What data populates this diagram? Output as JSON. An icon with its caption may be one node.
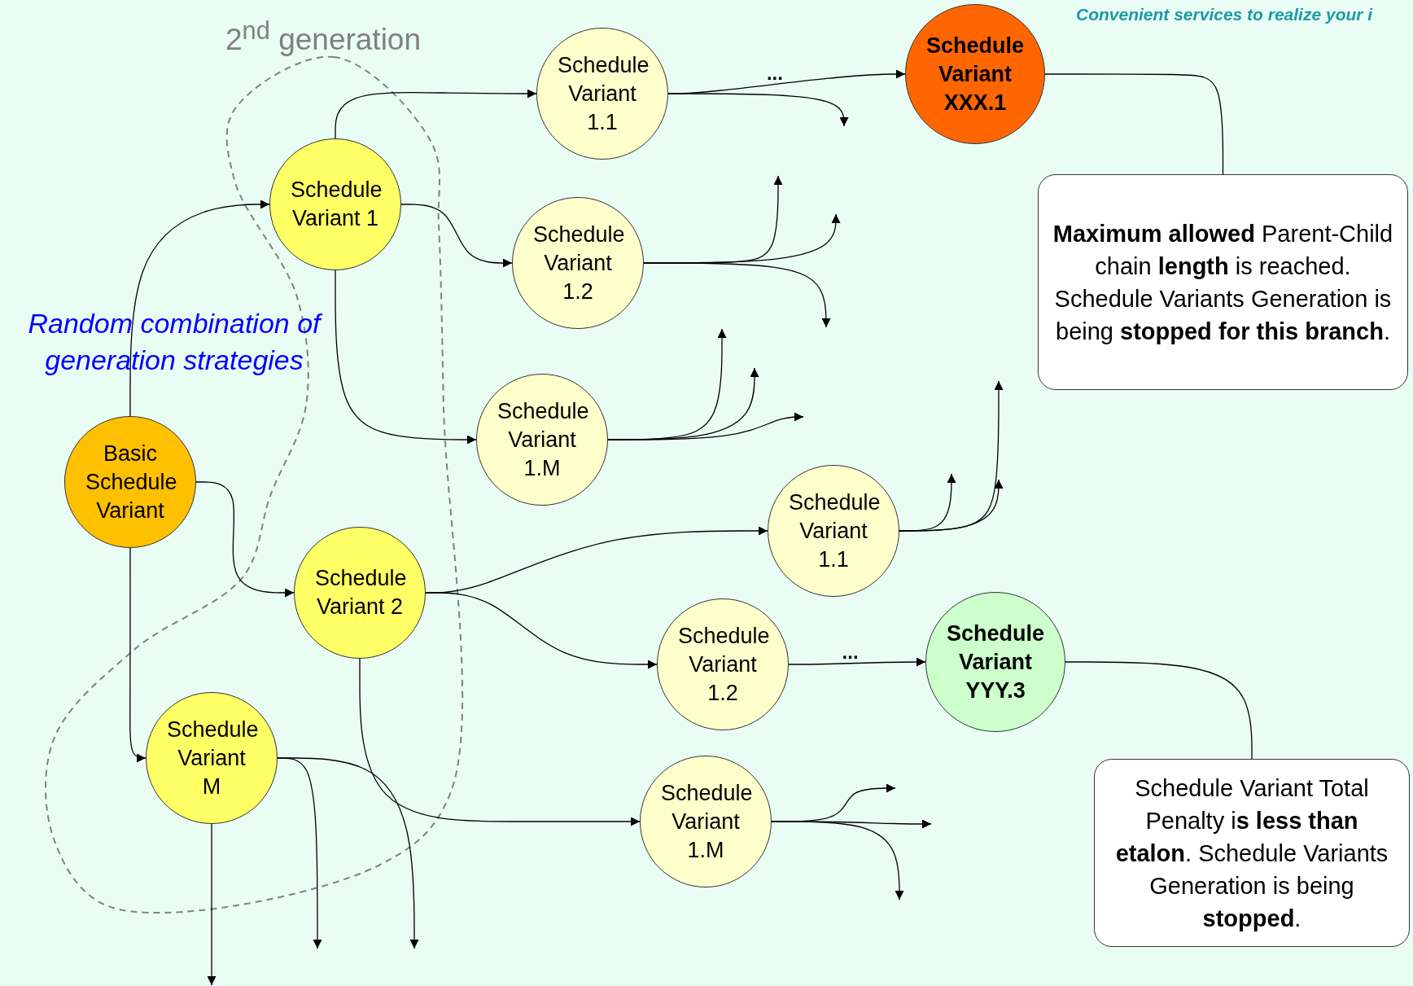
{
  "diagram": {
    "nodes": [
      {
        "text": [
          "Basic Schedule Variant"
        ]
      },
      {
        "text": [
          "Schedule Variant 1"
        ]
      },
      {
        "text": [
          "Schedule Variant 2"
        ]
      },
      {
        "text": [
          "Schedule Variant M"
        ]
      },
      {
        "text": [
          "Schedule Variant 1.1"
        ]
      },
      {
        "text": [
          "Schedule Variant 1.2"
        ]
      },
      {
        "text": [
          "Schedule Variant 1.M"
        ]
      },
      {
        "text": [
          "Schedule Variant XXX.1"
        ]
      },
      {
        "text": [
          "Schedule Variant 1.1"
        ]
      },
      {
        "text": [
          "Schedule Variant 1.2"
        ]
      },
      {
        "text": [
          "Schedule Variant YYY.3"
        ]
      },
      {
        "text": [
          "Schedule Variant 1.M"
        ]
      },
      {
        "text": [
          "**Maximum allowed** Parent-Child chain **length** is reached. Schedule Variants Generation is being **stopped for this branch**."
        ]
      },
      {
        "text": [
          "Schedule Variant Total Penalty i**s less than etalon**. Schedule Variants Generation is being **stopped**."
        ]
      }
    ],
    "edges": [
      {
        "from": 0,
        "to": 1,
        "arrow": "to"
      },
      {
        "from": 0,
        "to": 2,
        "arrow": "to"
      },
      {
        "from": 0,
        "to": 3,
        "arrow": "to"
      },
      {
        "from": 1,
        "to": 4,
        "arrow": "to"
      },
      {
        "from": 1,
        "to": 5,
        "arrow": "to"
      },
      {
        "from": 1,
        "to": 6,
        "arrow": "to"
      },
      {
        "from": 2,
        "to": 8,
        "arrow": "to"
      },
      {
        "from": 2,
        "to": 9,
        "arrow": "to"
      },
      {
        "from": 2,
        "to": 11,
        "arrow": "to"
      },
      {
        "from": 4,
        "to": 7,
        "arrow": "to",
        "label": "..."
      },
      {
        "from": 4,
        "to": null,
        "arrow": "to"
      },
      {
        "from": 5,
        "to": null,
        "arrow": "to"
      },
      {
        "from": 5,
        "to": null,
        "arrow": "to"
      },
      {
        "from": 5,
        "to": null,
        "arrow": "to"
      },
      {
        "from": 6,
        "to": null,
        "arrow": "to"
      },
      {
        "from": 6,
        "to": null,
        "arrow": "to"
      },
      {
        "from": 6,
        "to": null,
        "arrow": "to"
      },
      {
        "from": 8,
        "to": null,
        "arrow": "to"
      },
      {
        "from": 8,
        "to": null,
        "arrow": "to"
      },
      {
        "from": 8,
        "to": null,
        "arrow": "to"
      },
      {
        "from": 9,
        "to": 10,
        "arrow": "to",
        "label": "..."
      },
      {
        "from": 11,
        "to": null,
        "arrow": "to"
      },
      {
        "from": 11,
        "to": null,
        "arrow": "to"
      },
      {
        "from": 11,
        "to": null,
        "arrow": "to"
      },
      {
        "from": 3,
        "to": null,
        "arrow": "to"
      },
      {
        "from": 3,
        "to": null,
        "arrow": "to"
      },
      {
        "from": 3,
        "to": null,
        "arrow": "to"
      },
      {
        "from": 7,
        "to": 12,
        "arrow": "none"
      },
      {
        "from": 10,
        "to": 13,
        "arrow": "none"
      }
    ],
    "labels": [
      "Convenient services to realize your i",
      "2$^{nd}$ generation",
      "Random combination of generation strategies"
    ]
  }
}
